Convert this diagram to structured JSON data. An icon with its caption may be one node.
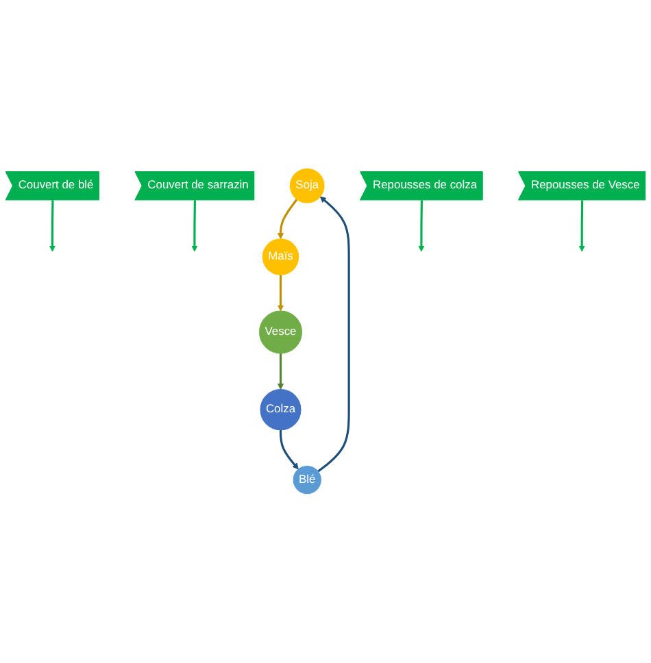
{
  "diagram": {
    "nodes": [
      {
        "text": [
          "Soja"
        ]
      },
      {
        "text": [
          "Maïs"
        ]
      },
      {
        "text": [
          "Vesce"
        ]
      },
      {
        "text": [
          "Colza"
        ]
      },
      {
        "text": [
          "Blé"
        ]
      },
      {
        "text": [
          "Couvert de blé"
        ]
      },
      {
        "text": [
          "Couvert de sarrazin"
        ]
      },
      {
        "text": [
          "Repousses de colza"
        ]
      },
      {
        "text": [
          "Repousses de Vesce"
        ]
      }
    ],
    "edges": [
      {
        "from": 0,
        "to": 1,
        "arrow": "to",
        "color": "#bf9000"
      },
      {
        "from": 1,
        "to": 2,
        "arrow": "to",
        "color": "#bf9000"
      },
      {
        "from": 2,
        "to": 3,
        "arrow": "to",
        "color": "#548235"
      },
      {
        "from": 3,
        "to": 4,
        "arrow": "to",
        "color": "#1f4e79"
      },
      {
        "from": 4,
        "to": 0,
        "arrow": "to",
        "color": "#1f4e79"
      },
      {
        "from": 5,
        "to": null,
        "arrow": "to",
        "color": "#00b050"
      },
      {
        "from": 6,
        "to": null,
        "arrow": "to",
        "color": "#00b050"
      },
      {
        "from": 7,
        "to": null,
        "arrow": "to",
        "color": "#00b050"
      },
      {
        "from": 8,
        "to": null,
        "arrow": "to",
        "color": "#00b050"
      }
    ]
  }
}
